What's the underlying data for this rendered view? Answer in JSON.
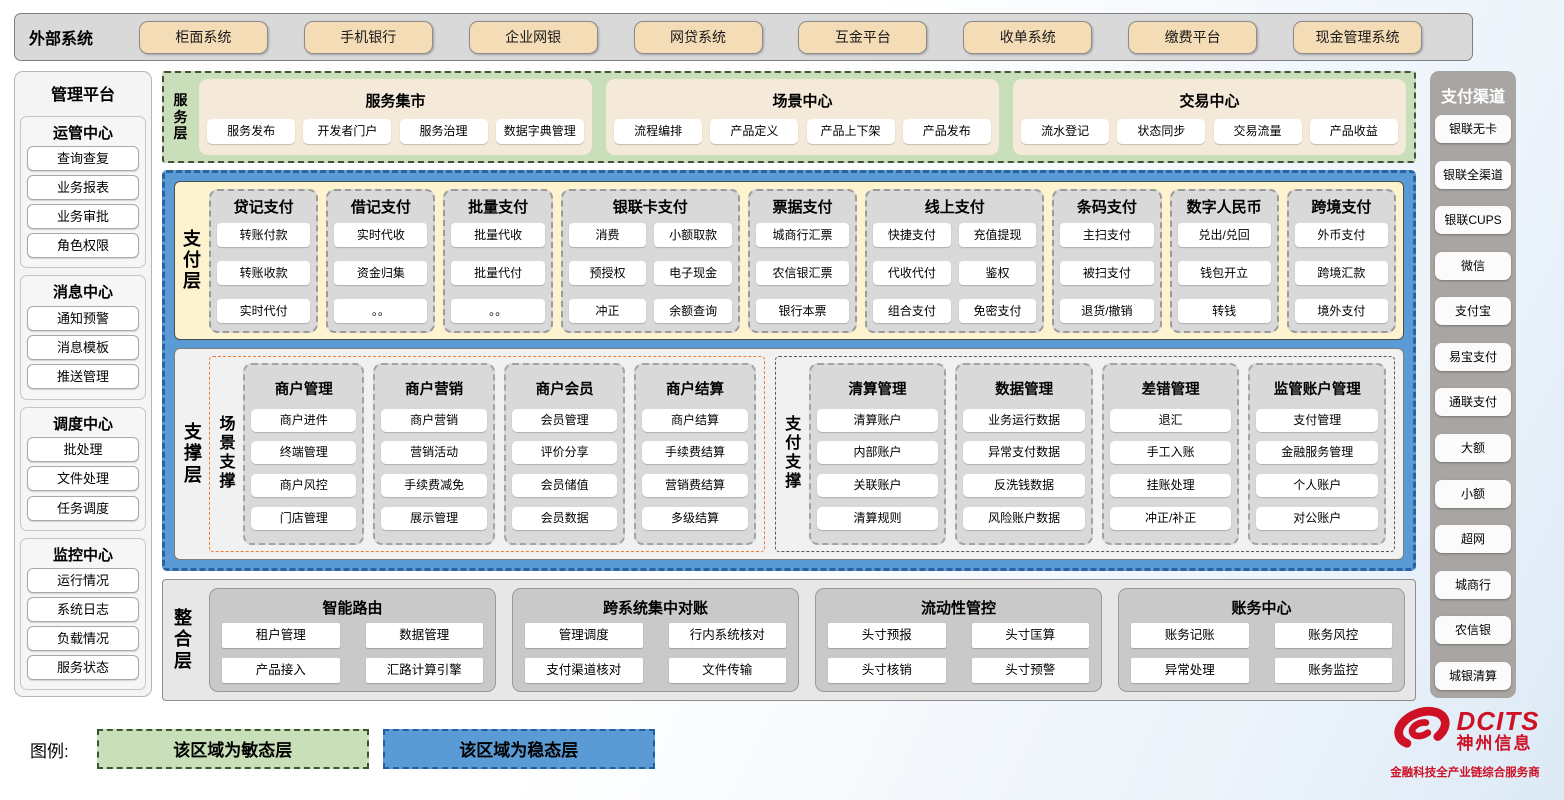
{
  "external_systems": {
    "title": "外部系统",
    "items": [
      "柜面系统",
      "手机银行",
      "企业网银",
      "网贷系统",
      "互金平台",
      "收单系统",
      "缴费平台",
      "现金管理系统"
    ]
  },
  "management_platform": {
    "title": "管理平台",
    "groups": [
      {
        "title": "运管中心",
        "items": [
          "查询查复",
          "业务报表",
          "业务审批",
          "角色权限"
        ]
      },
      {
        "title": "消息中心",
        "items": [
          "通知预警",
          "消息模板",
          "推送管理"
        ]
      },
      {
        "title": "调度中心",
        "items": [
          "批处理",
          "文件处理",
          "任务调度"
        ]
      },
      {
        "title": "监控中心",
        "items": [
          "运行情况",
          "系统日志",
          "负载情况",
          "服务状态"
        ]
      }
    ]
  },
  "service_layer": {
    "label": "服务层",
    "panels": [
      {
        "title": "服务集市",
        "items": [
          "服务发布",
          "开发者门户",
          "服务治理",
          "数据字典管理"
        ]
      },
      {
        "title": "场景中心",
        "items": [
          "流程编排",
          "产品定义",
          "产品上下架",
          "产品发布"
        ]
      },
      {
        "title": "交易中心",
        "items": [
          "流水登记",
          "状态同步",
          "交易流量",
          "产品收益"
        ]
      }
    ]
  },
  "payment_layer": {
    "label": "支付层",
    "columns": [
      {
        "title": "贷记支付",
        "cols": 1,
        "items": [
          "转账付款",
          "转账收款",
          "实时代付"
        ]
      },
      {
        "title": "借记支付",
        "cols": 1,
        "items": [
          "实时代收",
          "资金归集",
          "。。"
        ]
      },
      {
        "title": "批量支付",
        "cols": 1,
        "items": [
          "批量代收",
          "批量代付",
          "。。"
        ]
      },
      {
        "title": "银联卡支付",
        "cols": 2,
        "items": [
          "消费",
          "小额取款",
          "预授权",
          "电子现金",
          "冲正",
          "余额查询"
        ]
      },
      {
        "title": "票据支付",
        "cols": 1,
        "items": [
          "城商行汇票",
          "农信银汇票",
          "银行本票"
        ]
      },
      {
        "title": "线上支付",
        "cols": 2,
        "items": [
          "快捷支付",
          "充值提现",
          "代收代付",
          "鉴权",
          "组合支付",
          "免密支付"
        ]
      },
      {
        "title": "条码支付",
        "cols": 1,
        "items": [
          "主扫支付",
          "被扫支付",
          "退货/撤销"
        ]
      },
      {
        "title": "数字人民币",
        "cols": 1,
        "items": [
          "兑出/兑回",
          "钱包开立",
          "转钱"
        ]
      },
      {
        "title": "跨境支付",
        "cols": 1,
        "items": [
          "外币支付",
          "跨境汇款",
          "境外支付"
        ]
      }
    ]
  },
  "support_layer": {
    "label": "支撑层",
    "groups": [
      {
        "label": "场景支撑",
        "accent": "orange",
        "columns": [
          {
            "title": "商户管理",
            "items": [
              "商户进件",
              "终端管理",
              "商户风控",
              "门店管理"
            ]
          },
          {
            "title": "商户营销",
            "items": [
              "商户营销",
              "营销活动",
              "手续费减免",
              "展示管理"
            ]
          },
          {
            "title": "商户会员",
            "items": [
              "会员管理",
              "评价分享",
              "会员储值",
              "会员数据"
            ]
          },
          {
            "title": "商户结算",
            "items": [
              "商户结算",
              "手续费结算",
              "营销费结算",
              "多级结算"
            ]
          }
        ]
      },
      {
        "label": "支付支撑",
        "accent": "gray",
        "columns": [
          {
            "title": "清算管理",
            "items": [
              "清算账户",
              "内部账户",
              "关联账户",
              "清算规则"
            ]
          },
          {
            "title": "数据管理",
            "items": [
              "业务运行数据",
              "异常支付数据",
              "反洗钱数据",
              "风险账户数据"
            ]
          },
          {
            "title": "差错管理",
            "items": [
              "退汇",
              "手工入账",
              "挂账处理",
              "冲正/补正"
            ]
          },
          {
            "title": "监管账户管理",
            "items": [
              "支付管理",
              "金融服务管理",
              "个人账户",
              "对公账户"
            ]
          }
        ]
      }
    ]
  },
  "integration_layer": {
    "label": "整合层",
    "groups": [
      {
        "title": "智能路由",
        "items": [
          "租户管理",
          "数据管理",
          "产品接入",
          "汇路计算引擎"
        ]
      },
      {
        "title": "跨系统集中对账",
        "items": [
          "管理调度",
          "行内系统核对",
          "支付渠道核对",
          "文件传输"
        ]
      },
      {
        "title": "流动性管控",
        "items": [
          "头寸预报",
          "头寸匡算",
          "头寸核销",
          "头寸预警"
        ]
      },
      {
        "title": "账务中心",
        "items": [
          "账务记账",
          "账务风控",
          "异常处理",
          "账务监控"
        ]
      }
    ]
  },
  "payment_channels": {
    "title": "支付渠道",
    "items": [
      "银联无卡",
      "银联全渠道",
      "银联CUPS",
      "微信",
      "支付宝",
      "易宝支付",
      "通联支付",
      "大额",
      "小额",
      "超网",
      "城商行",
      "农信银",
      "城银清算"
    ]
  },
  "legend": {
    "label": "图例:",
    "items": [
      {
        "text": "该区域为敏态层",
        "type": "agile"
      },
      {
        "text": "该区域为稳态层",
        "type": "stable"
      }
    ]
  },
  "logo": {
    "brand": "DCITS",
    "company": "神州信息",
    "tagline": "金融科技全产业链综合服务商"
  },
  "colors": {
    "agile_green": "#c9dfb9",
    "stable_blue": "#5b9bd5",
    "external_button_tan": "#f4dcb6",
    "service_panel_tan": "#f5ead9",
    "payment_layer_yellow": "#fdf3cf",
    "column_gray": "#d9d9d9",
    "channel_panel_gray": "#a8a5a2",
    "scene_support_accent_orange": "#ed7d31",
    "logo_red": "#cf1126"
  }
}
